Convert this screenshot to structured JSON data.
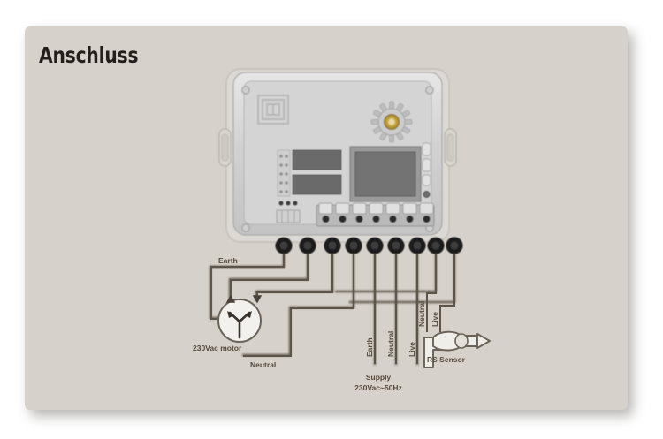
{
  "document": {
    "heading": "Anschluss",
    "language": "de",
    "background_color": "#ffffff",
    "panel_color": "#d6d2cb",
    "ink_color": "#5b534a"
  },
  "diagram": {
    "type": "wiring-diagram",
    "subject": "Controller / timer unit wiring connection",
    "device": {
      "name": "wall-mounted controller unit",
      "body_color": "#d9d9d9",
      "dial": {
        "name": "sun-dial",
        "shape": "sun-gear",
        "center_color": "#c9a93f"
      },
      "display": {
        "name": "lcd-display",
        "color": "#6e6e6e"
      },
      "indicator_bars": 2,
      "terminal_count": 9,
      "screw_terminal_count": 7,
      "mounting_holes": 4
    },
    "labels": {
      "earth": "Earth",
      "neutral": "Neutral",
      "live": "Live",
      "motor": "230Vac motor",
      "supply_title": "Supply",
      "supply_spec": "230Vac~50Hz",
      "sensor": "RS Sensor",
      "sensor_neutral": "Neutral",
      "sensor_live": "Live",
      "supply_earth": "Earth",
      "supply_neutral": "Neutral",
      "supply_live": "Live"
    },
    "motor_symbol": {
      "name": "motor-circle",
      "fill": "#f2f0ec"
    }
  }
}
